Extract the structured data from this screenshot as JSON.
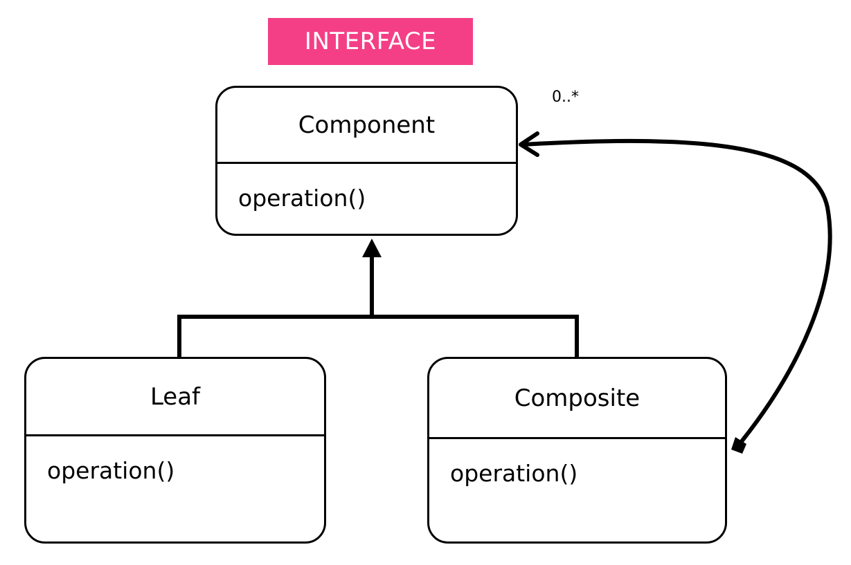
{
  "interface_badge": {
    "label": "INTERFACE",
    "color": "#f43f86"
  },
  "classes": {
    "component": {
      "name": "Component",
      "operation": "operation()"
    },
    "leaf": {
      "name": "Leaf",
      "operation": "operation()"
    },
    "composite": {
      "name": "Composite",
      "operation": "operation()"
    }
  },
  "aggregation": {
    "multiplicity": "0..*"
  }
}
